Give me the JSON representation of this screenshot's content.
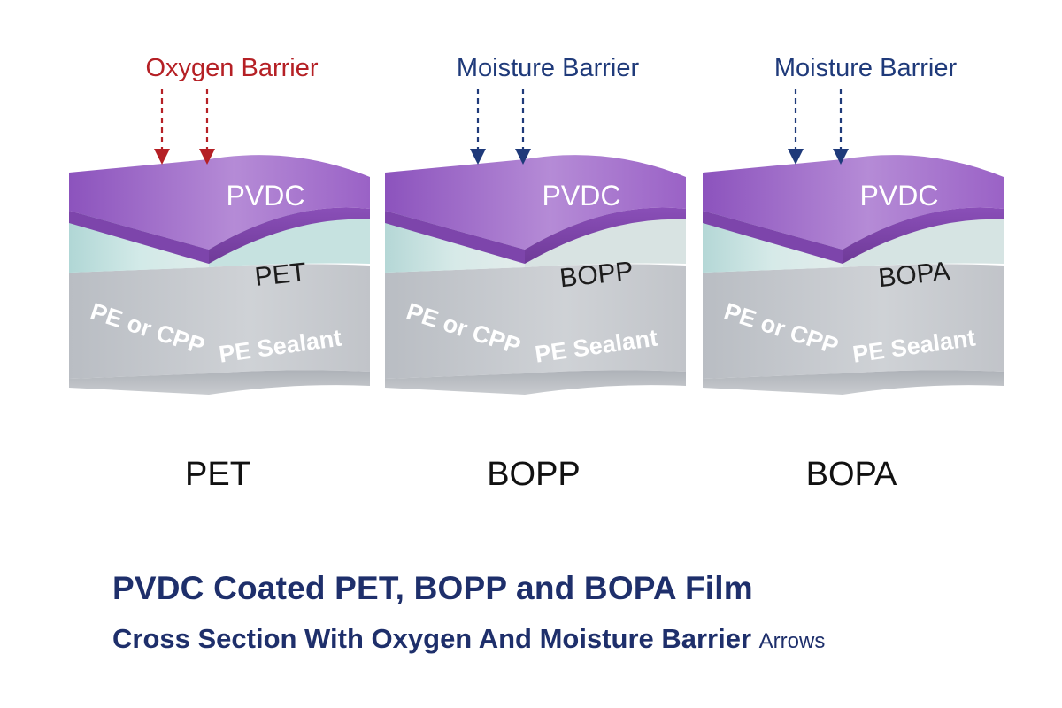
{
  "stacks": [
    {
      "barrier_label": "Oxygen Barrier",
      "barrier_color": "#b52025",
      "top_layer": "PVDC",
      "middle_layer": "PET",
      "side_label": "PE or CPP",
      "sealant_label": "PE Sealant",
      "caption": "PET",
      "middle_color": "#c6e2e0"
    },
    {
      "barrier_label": "Moisture Barrier",
      "barrier_color": "#1f3a7a",
      "top_layer": "PVDC",
      "middle_layer": "BOPP",
      "side_label": "PE or CPP",
      "sealant_label": "PE Sealant",
      "caption": "BOPP",
      "middle_color": "#d8e3e2"
    },
    {
      "barrier_label": "Moisture Barrier",
      "barrier_color": "#1f3a7a",
      "top_layer": "PVDC",
      "middle_layer": "BOPA",
      "side_label": "PE or CPP",
      "sealant_label": "PE Sealant",
      "caption": "BOPA",
      "middle_color": "#d6e4e3"
    }
  ],
  "colors": {
    "pvdc": "#9a62c6",
    "sealant": "#c4c7cc",
    "title": "#1e2f6b"
  },
  "title": {
    "line1": "PVDC Coated PET, BOPP and BOPA Film",
    "line2": "Cross Section With Oxygen And Moisture Barrier",
    "line2_suffix": "Arrows"
  }
}
